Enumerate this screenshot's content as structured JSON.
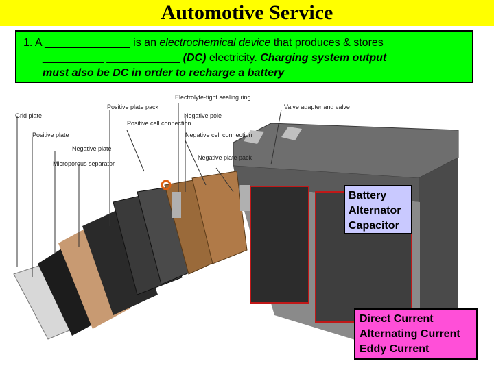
{
  "title": "Automotive Service",
  "question": {
    "line1_prefix": "1.  A ______________ is an ",
    "line1_emph": "electrochemical device",
    "line1_suffix": " that produces & stores",
    "line2_blanks": "__________ ____________ ",
    "line2_dc": "(DC)",
    "line2_rest": " electricity.  ",
    "line2_bold": "Charging system output",
    "line3": "must also be DC in order to recharge a battery"
  },
  "diagram_labels": {
    "sealing_ring": "Electrolyte-tight sealing ring",
    "positive_plate_pack": "Positive plate pack",
    "grid_plate": "Grid plate",
    "negative_pole": "Negative pole",
    "valve": "Valve adapter and valve",
    "positive_cell_connection": "Positive cell connection",
    "positive_plate": "Positive plate",
    "negative_cell_connection": "Negative cell connection",
    "negative_plate": "Negative plate",
    "negative_plate_pack": "Negative plate pack",
    "separator": "Microporous separator"
  },
  "options_1": [
    "Battery",
    "Alternator",
    "Capacitor"
  ],
  "options_2": [
    "Direct Current",
    "Alternating Current",
    "Eddy Current"
  ],
  "colors": {
    "title_bg": "#ffff00",
    "question_bg": "#00ff00",
    "options_1_bg": "#c9c9ff",
    "options_2_bg": "#ff4fd8"
  }
}
